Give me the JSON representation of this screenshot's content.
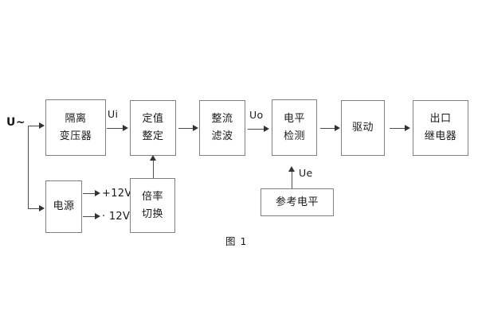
{
  "diagram": {
    "caption": "图 1",
    "background_color": "#ffffff",
    "block_border_color": "#808080",
    "line_color": "#4d4d4d",
    "text_color": "#1a1a1a",
    "source_label": "U~",
    "blocks": [
      {
        "id": "isolation-transformer",
        "line1": "隔离",
        "line2": "变压器"
      },
      {
        "id": "setpoint-adjust",
        "line1": "定值",
        "line2": "整定"
      },
      {
        "id": "rectify-filter",
        "line1": "整流",
        "line2": "滤波"
      },
      {
        "id": "level-detect",
        "line1": "电平",
        "line2": "检测"
      },
      {
        "id": "driver",
        "line1": "驱动",
        "line2": ""
      },
      {
        "id": "output-relay",
        "line1": "出口",
        "line2": "继电器"
      },
      {
        "id": "power-supply",
        "line1": "电源",
        "line2": ""
      },
      {
        "id": "ratio-switch",
        "line1": "倍率",
        "line2": "切换"
      },
      {
        "id": "reference-level",
        "line1": "参考电平",
        "line2": ""
      }
    ],
    "signals": {
      "ui": "Ui",
      "uo": "Uo",
      "ue": "Ue"
    },
    "rails": {
      "positive": "+12V",
      "negative": "· 12V"
    }
  }
}
